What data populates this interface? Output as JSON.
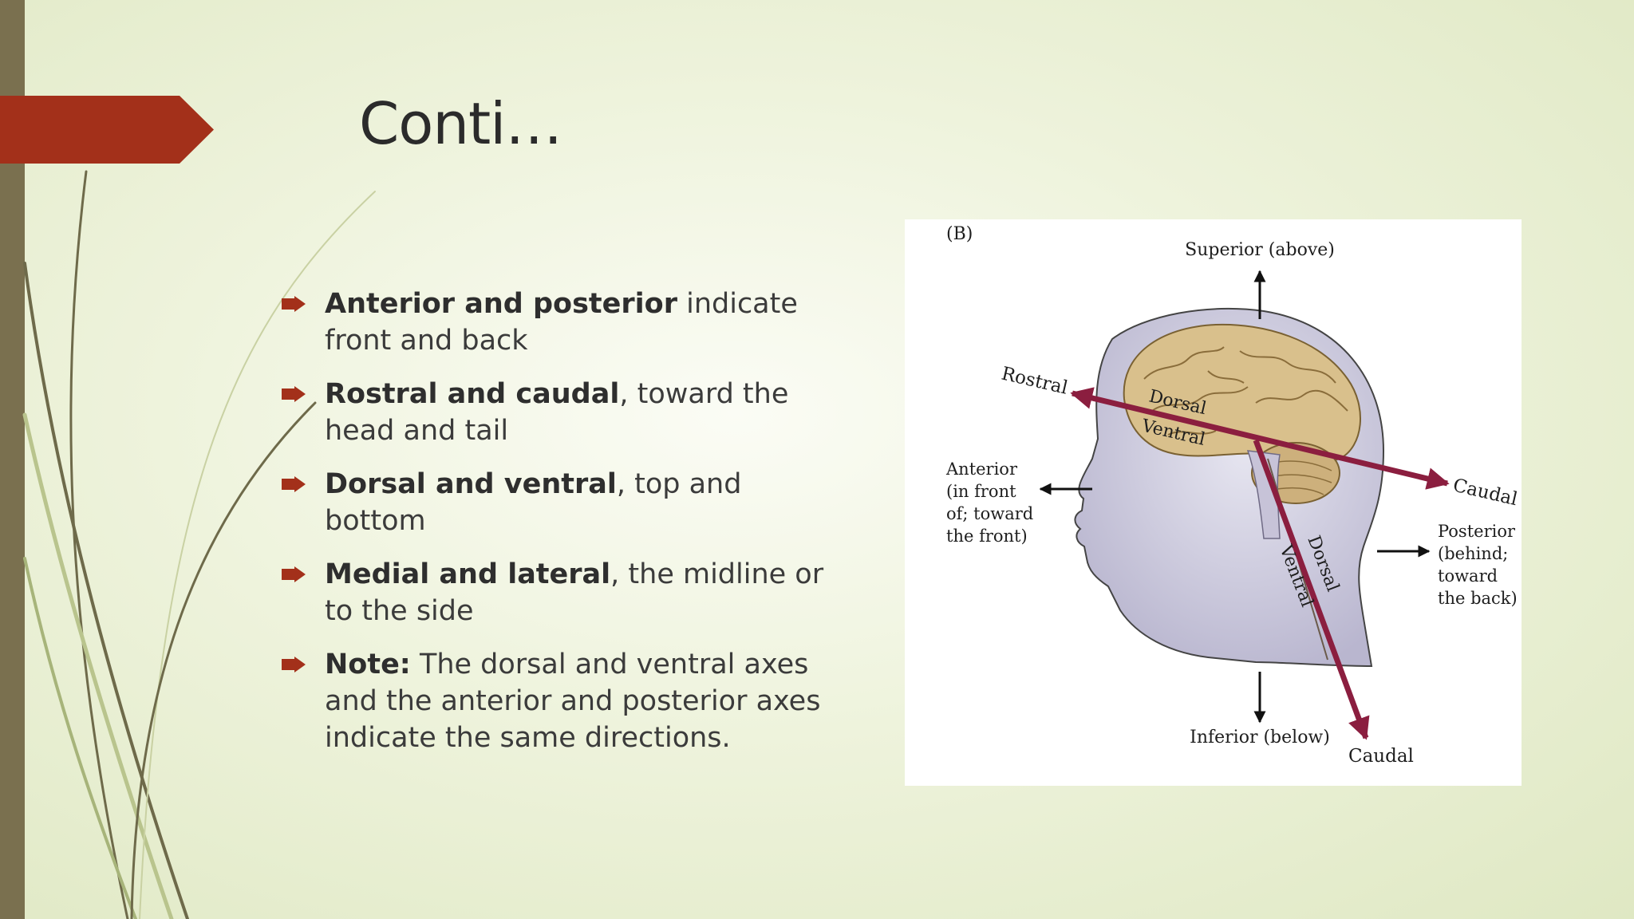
{
  "slide": {
    "title": "Conti…",
    "bullets": [
      {
        "bold": "Anterior and posterior",
        "rest": " indicate front and back"
      },
      {
        "bold": "Rostral and caudal",
        "rest": ", toward the head and tail"
      },
      {
        "bold": "Dorsal and ventral",
        "rest": ", top and bottom"
      },
      {
        "bold": "Medial and lateral",
        "rest": ", the midline or to the side"
      },
      {
        "bold": "Note:",
        "rest": " The dorsal and ventral axes and the anterior and posterior axes indicate the same directions."
      }
    ]
  },
  "figure": {
    "panel_label": "(B)",
    "superior": "Superior (above)",
    "inferior": "Inferior (below)",
    "rostral": "Rostral",
    "caudal_upper": "Caudal",
    "caudal_lower": "Caudal",
    "dorsal_brain": "Dorsal",
    "ventral_brain": "Ventral",
    "dorsal_spine": "Dorsal",
    "ventral_spine": "Ventral",
    "anterior": [
      "Anterior",
      "(in front",
      "of; toward",
      "the front)"
    ],
    "posterior": [
      "Posterior",
      "(behind;",
      "toward",
      "the back)"
    ]
  },
  "colors": {
    "accent": "#a3301a",
    "side_bar": "#7a704f",
    "axis_arrow": "#8b1e3f",
    "head_fill": "#d3d1e2",
    "brain_fill": "#d9c08c"
  }
}
